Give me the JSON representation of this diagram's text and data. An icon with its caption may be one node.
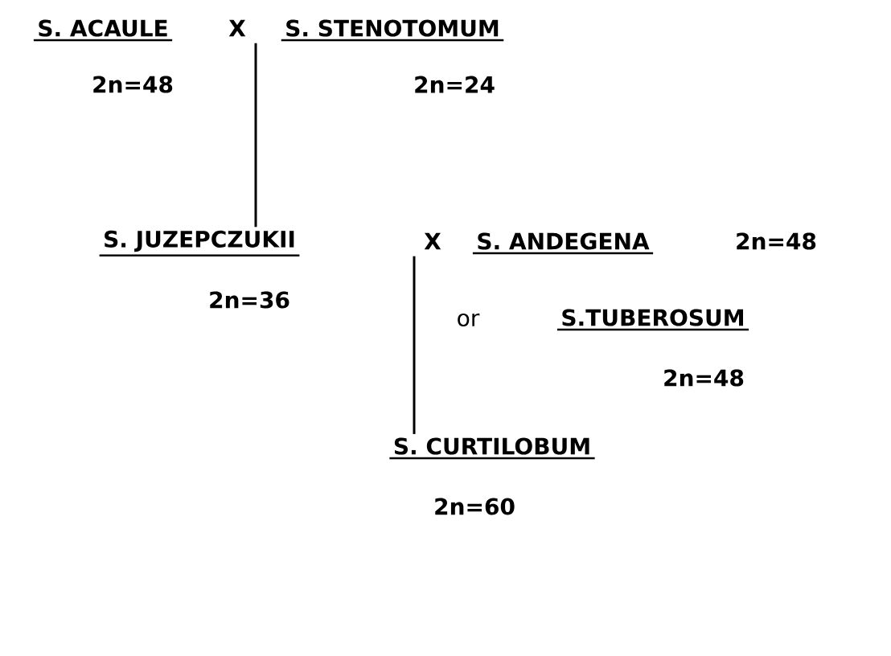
{
  "diagram": {
    "nodes": [
      {
        "text": [
          "S. ACAULE"
        ],
        "beside": [
          "2n=48"
        ]
      },
      {
        "text": [
          "X"
        ]
      },
      {
        "text": [
          "S. STENOTOMUM"
        ],
        "beside": [
          "2n=24"
        ]
      },
      {
        "text": [
          "S. JUZEPCZUKII"
        ],
        "beside": [
          "2n=36"
        ]
      },
      {
        "text": [
          "X"
        ]
      },
      {
        "text": [
          "S. ANDEGENA"
        ],
        "beside": [
          "2n=48"
        ]
      },
      {
        "text": [
          "S.TUBEROSUM"
        ],
        "beside": [
          "or",
          "2n=48"
        ]
      },
      {
        "text": [
          "S. CURTILOBUM"
        ],
        "beside": [
          "2n=60"
        ]
      }
    ],
    "edges": [
      {
        "from": 1,
        "to": 3,
        "arrow": "none"
      },
      {
        "from": 4,
        "to": 7,
        "arrow": "none"
      }
    ]
  }
}
